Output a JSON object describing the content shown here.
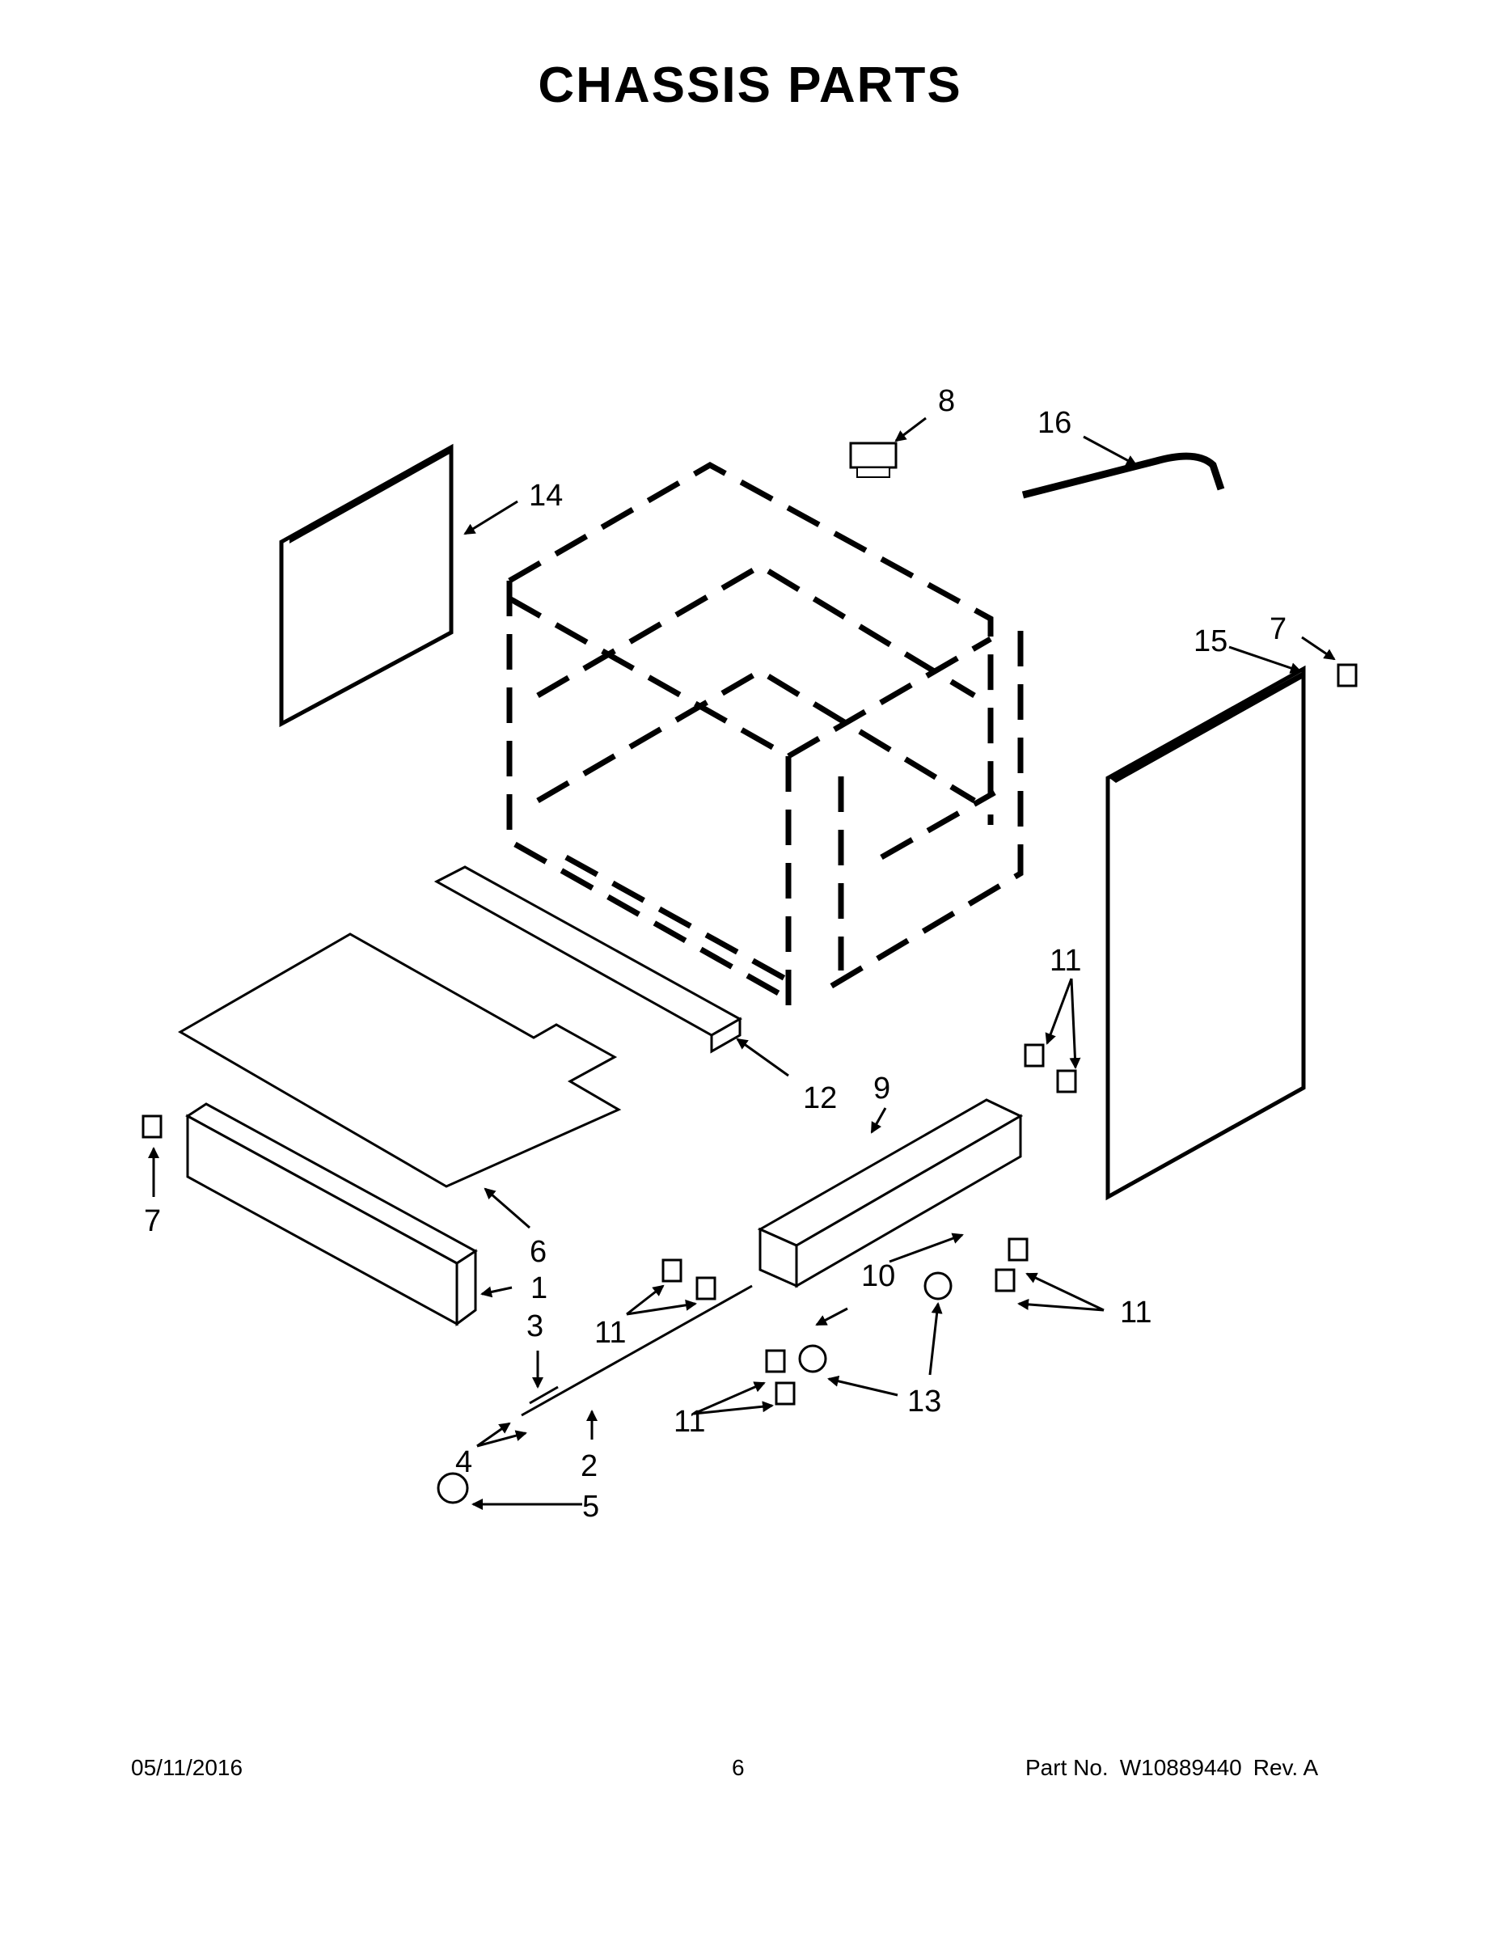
{
  "title": "CHASSIS PARTS",
  "callouts": {
    "c1": "1",
    "c2": "2",
    "c3": "3",
    "c4": "4",
    "c5": "5",
    "c6": "6",
    "c7a": "7",
    "c7b": "7",
    "c8": "8",
    "c9": "9",
    "c10": "10",
    "c11a": "11",
    "c11b": "11",
    "c11c": "11",
    "c11d": "11",
    "c12": "12",
    "c13": "13",
    "c14": "14",
    "c15": "15",
    "c16": "16"
  },
  "footer": {
    "date": "05/11/2016",
    "page": "6",
    "part_label": "Part No.",
    "part_number": "W10889440",
    "rev": "Rev. A"
  }
}
